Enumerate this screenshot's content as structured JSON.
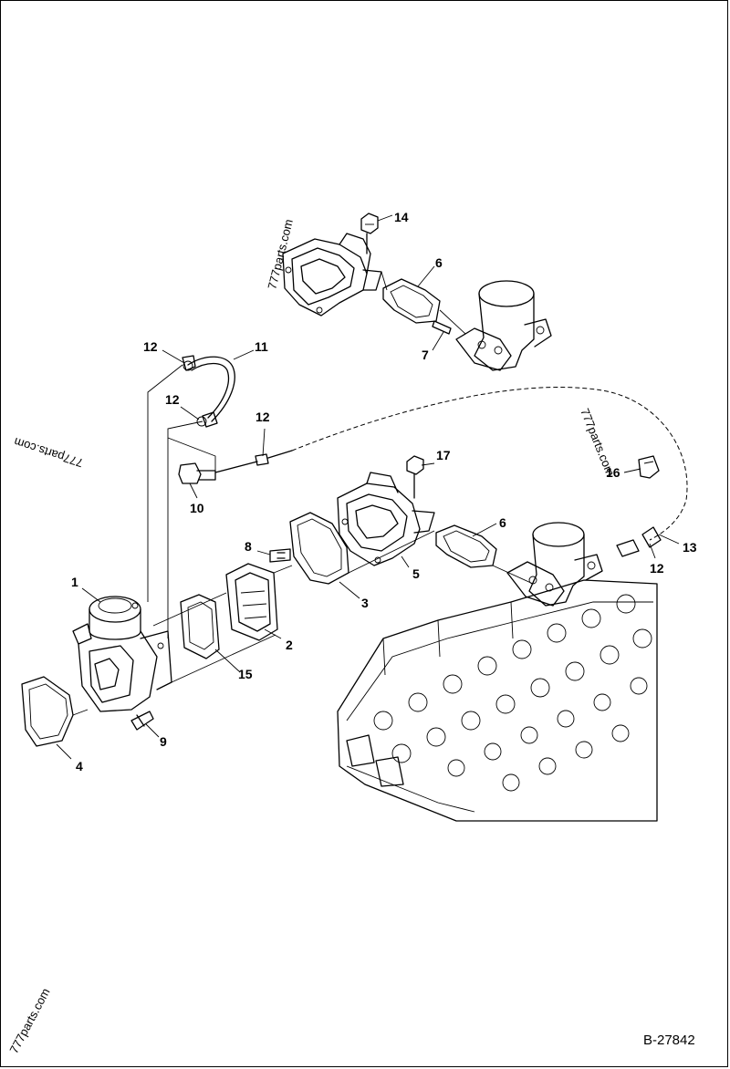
{
  "diagram": {
    "reference_code": "B-27842",
    "watermarks": [
      "777parts.com",
      "777parts.com",
      "777parts.com",
      "777parts.com"
    ],
    "callouts": [
      {
        "id": "c1",
        "label": "1"
      },
      {
        "id": "c2",
        "label": "2"
      },
      {
        "id": "c3",
        "label": "3"
      },
      {
        "id": "c4",
        "label": "4"
      },
      {
        "id": "c5",
        "label": "5"
      },
      {
        "id": "c6a",
        "label": "6"
      },
      {
        "id": "c6b",
        "label": "6"
      },
      {
        "id": "c7",
        "label": "7"
      },
      {
        "id": "c8",
        "label": "8"
      },
      {
        "id": "c9",
        "label": "9"
      },
      {
        "id": "c10",
        "label": "10"
      },
      {
        "id": "c11",
        "label": "11"
      },
      {
        "id": "c12a",
        "label": "12"
      },
      {
        "id": "c12b",
        "label": "12"
      },
      {
        "id": "c12c",
        "label": "12"
      },
      {
        "id": "c12d",
        "label": "12"
      },
      {
        "id": "c13",
        "label": "13"
      },
      {
        "id": "c14",
        "label": "14"
      },
      {
        "id": "c15",
        "label": "15"
      },
      {
        "id": "c16",
        "label": "16"
      },
      {
        "id": "c17",
        "label": "17"
      }
    ]
  }
}
